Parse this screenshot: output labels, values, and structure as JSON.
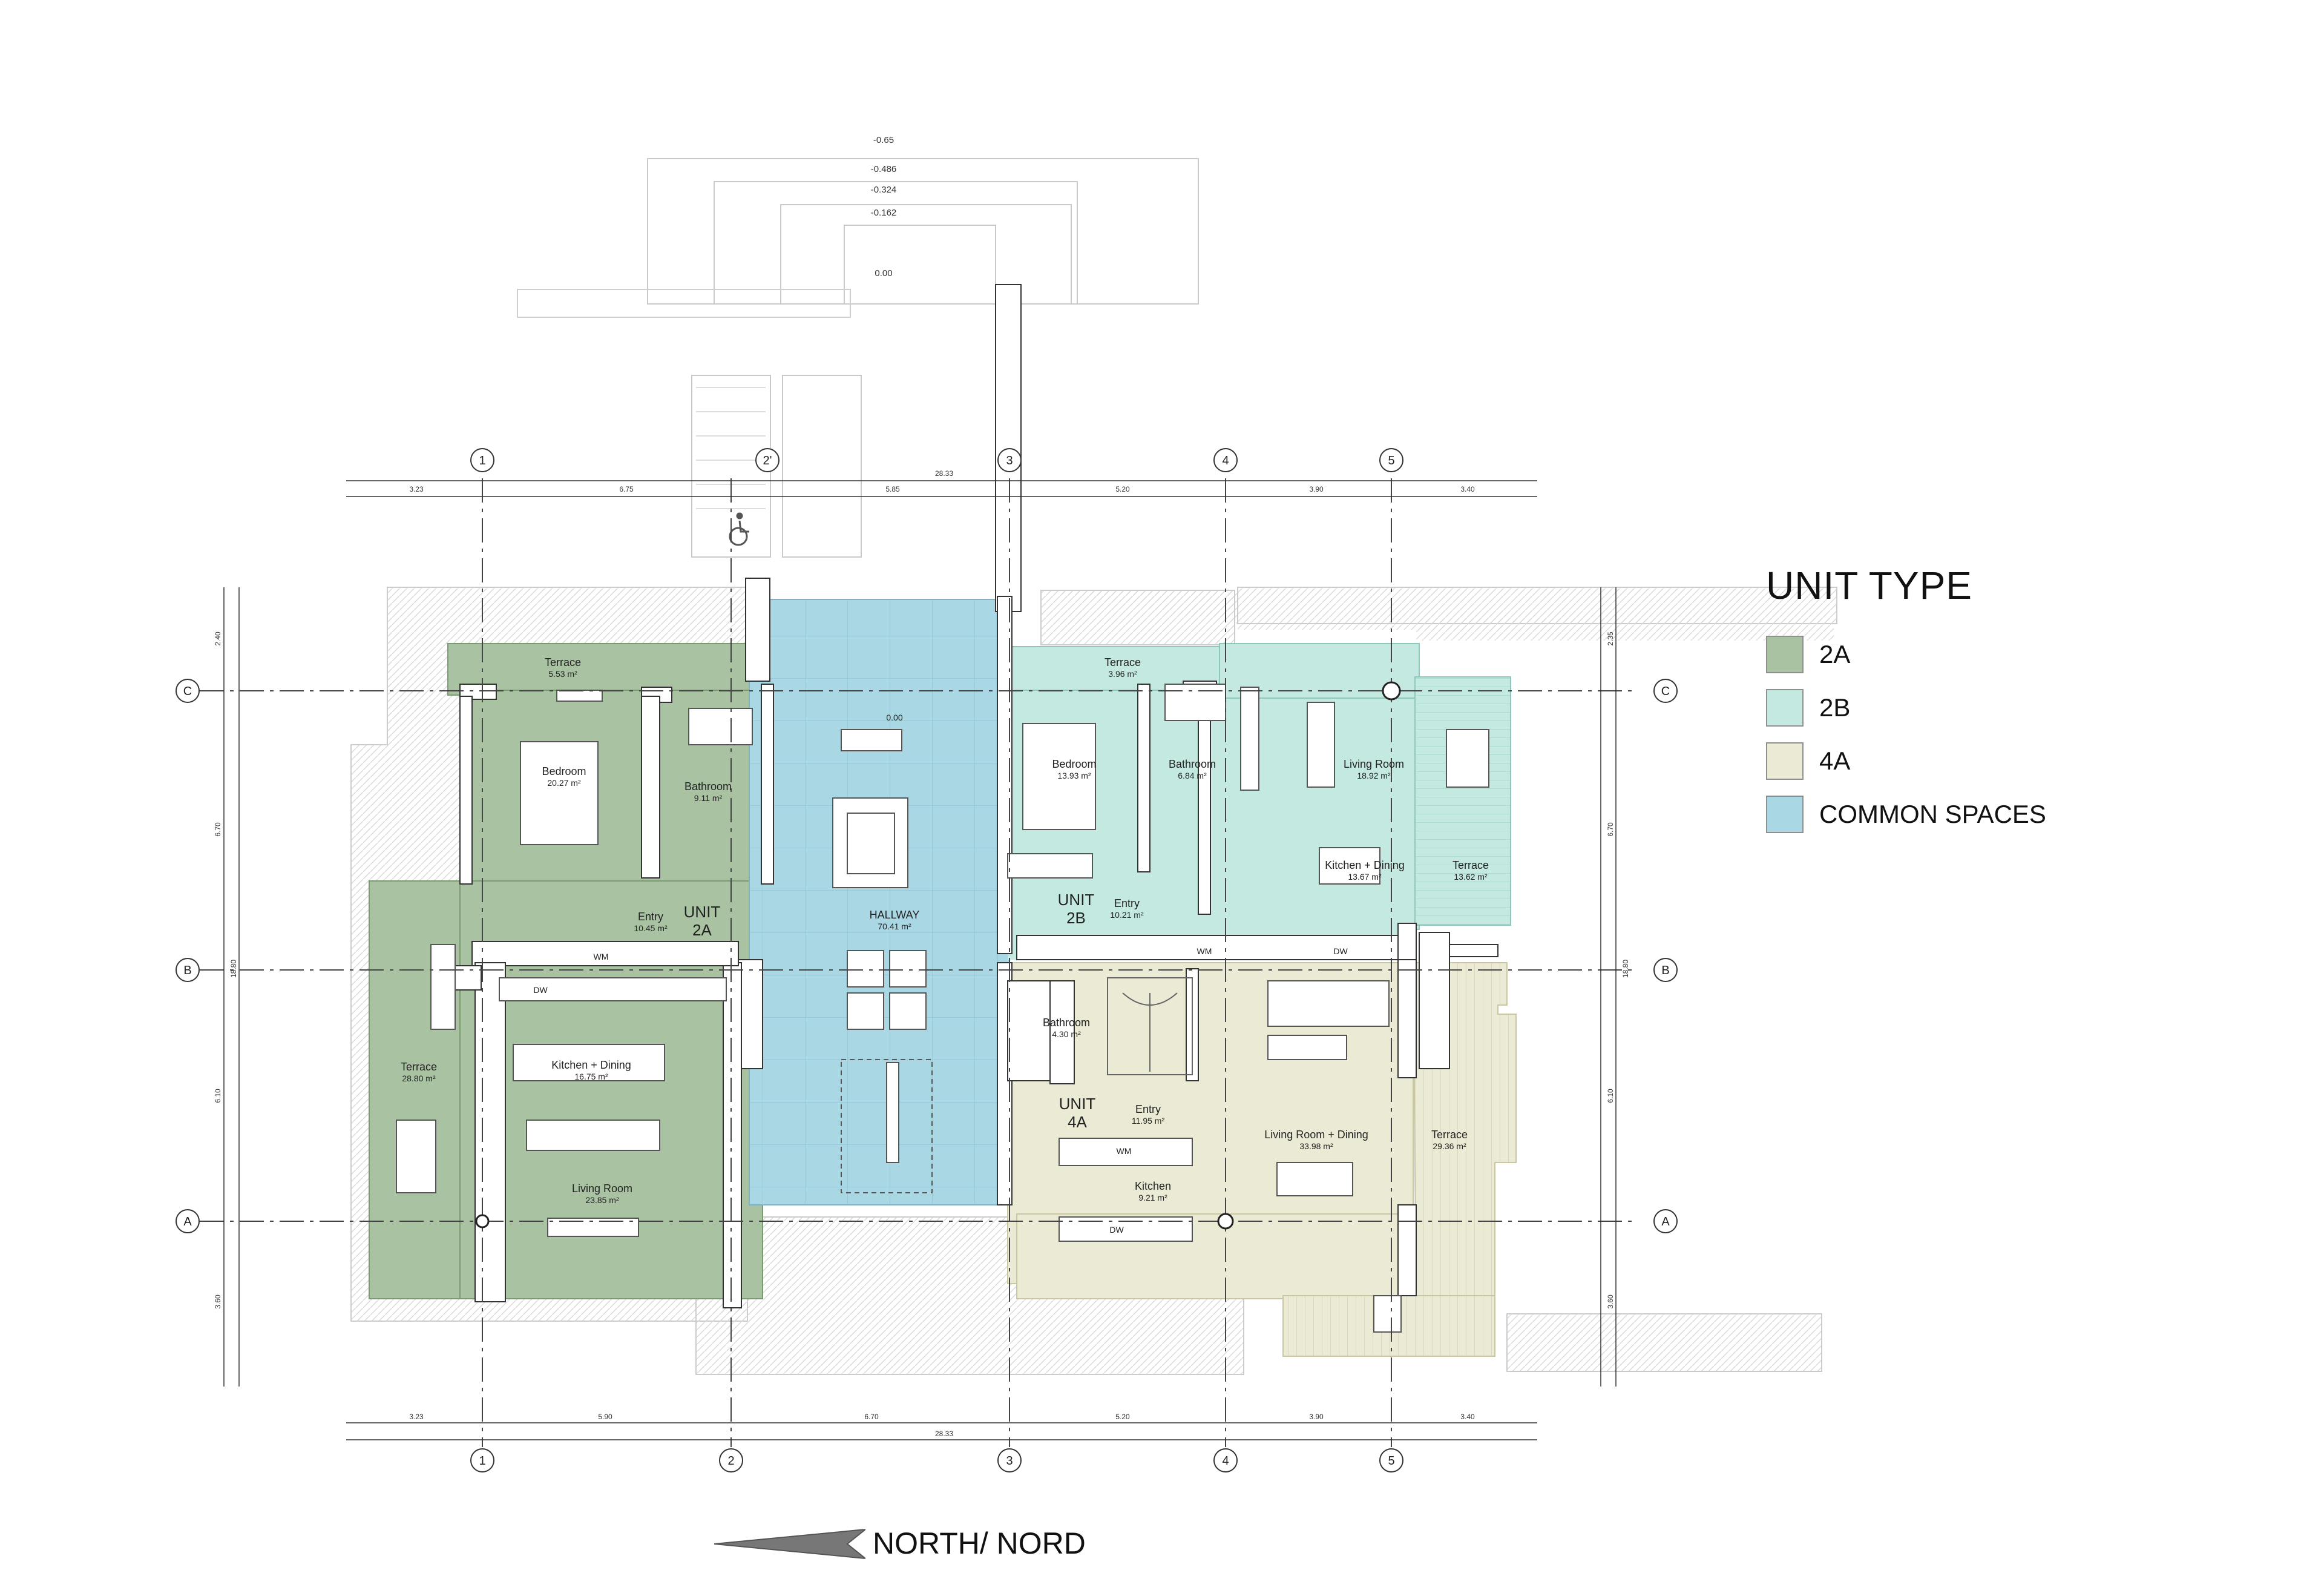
{
  "legend": {
    "title": "UNIT TYPE",
    "items": [
      {
        "label": "2A",
        "color": "#a9c3a2"
      },
      {
        "label": "2B",
        "color": "#c4e9e1"
      },
      {
        "label": "4A",
        "color": "#ebead4"
      },
      {
        "label": "COMMON SPACES",
        "color": "#a9d8e4"
      }
    ]
  },
  "north": {
    "label": "NORTH/ NORD"
  },
  "levels": {
    "l1": "-0.65",
    "l2": "-0.486",
    "l3": "-0.324",
    "l4": "-0.162",
    "l5": "0.00",
    "hall": "0.00"
  },
  "grid": {
    "cols": [
      "1",
      "2'",
      "3",
      "4",
      "5"
    ],
    "cols_bottom": [
      "1",
      "2",
      "3",
      "4",
      "5"
    ],
    "rows": [
      "C",
      "B",
      "A"
    ]
  },
  "dims": {
    "top": [
      "3.23",
      "6.75",
      "5.85",
      "5.20",
      "3.90",
      "3.40"
    ],
    "top_total": "28.33",
    "bottom": [
      "3.23",
      "5.90",
      "6.70",
      "5.20",
      "3.90",
      "3.40"
    ],
    "bottom_total": "28.33",
    "left": [
      "2.40",
      "6.70",
      "6.10",
      "3.60"
    ],
    "left_total": "18.80",
    "right": [
      "2.35",
      "6.70",
      "6.10",
      "3.60"
    ],
    "right_total": "18.80"
  },
  "rooms": {
    "terrace_2a_n": {
      "name": "Terrace",
      "area": "5.53 m²"
    },
    "bedroom_2a": {
      "name": "Bedroom",
      "area": "20.27 m²"
    },
    "bathroom_2a": {
      "name": "Bathroom",
      "area": "9.11 m²"
    },
    "entry_2a": {
      "name": "Entry",
      "area": "10.45 m²"
    },
    "unit_2a": {
      "l1": "UNIT",
      "l2": "2A"
    },
    "terrace_2a_w": {
      "name": "Terrace",
      "area": "28.80 m²"
    },
    "kitchen_2a": {
      "name": "Kitchen + Dining",
      "area": "16.75 m²"
    },
    "living_2a": {
      "name": "Living Room",
      "area": "23.85 m²"
    },
    "hallway": {
      "name": "HALLWAY",
      "area": "70.41 m²"
    },
    "terrace_2b_n": {
      "name": "Terrace",
      "area": "3.96 m²"
    },
    "bedroom_2b": {
      "name": "Bedroom",
      "area": "13.93 m²"
    },
    "bathroom_2b": {
      "name": "Bathroom",
      "area": "6.84 m²"
    },
    "living_2b": {
      "name": "Living Room",
      "area": "18.92 m²"
    },
    "kitchen_2b": {
      "name": "Kitchen + Dining",
      "area": "13.67 m²"
    },
    "terrace_2b_e": {
      "name": "Terrace",
      "area": "13.62 m²"
    },
    "entry_2b": {
      "name": "Entry",
      "area": "10.21 m²"
    },
    "unit_2b": {
      "l1": "UNIT",
      "l2": "2B"
    },
    "bathroom_4a": {
      "name": "Bathroom",
      "area": "4.30 m²"
    },
    "unit_4a": {
      "l1": "UNIT",
      "l2": "4A"
    },
    "entry_4a": {
      "name": "Entry",
      "area": "11.95 m²"
    },
    "kitchen_4a": {
      "name": "Kitchen",
      "area": "9.21 m²"
    },
    "living_4a": {
      "name": "Living Room + Dining",
      "area": "33.98 m²"
    },
    "terrace_4a": {
      "name": "Terrace",
      "area": "29.36 m²"
    }
  },
  "appliances": {
    "wm": "WM",
    "dw": "DW"
  }
}
